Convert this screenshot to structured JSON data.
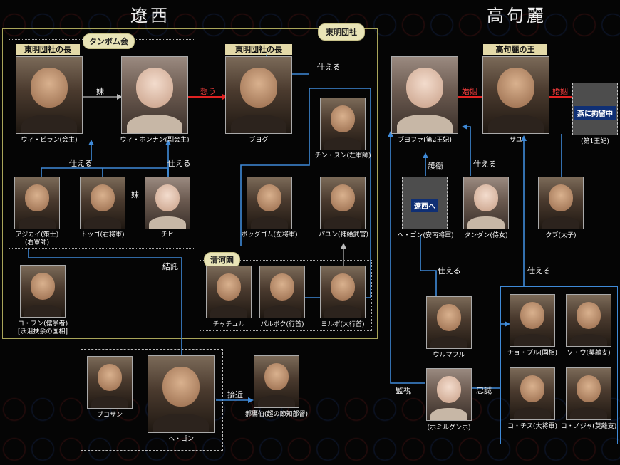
{
  "regions": {
    "left": "遼西",
    "right": "高句麗"
  },
  "groups": {
    "tanbomkai": "タンボム会",
    "tomyo_top": "東明団社",
    "seigaen": "清河園"
  },
  "headers": {
    "tomyo_chief_1": "東明団社の長",
    "tomyo_chief_2": "東明団社の長",
    "goguryeo_king": "高句麗の王"
  },
  "relations": {
    "sister1": "妹",
    "sister2": "妹",
    "omou": "想う",
    "tsukaeru_1": "仕える",
    "tsukaeru_2": "仕える",
    "tsukaeru_3": "仕える",
    "tsukaeru_4": "仕える",
    "tsukaeru_5": "仕える",
    "tsukaeru_6": "仕える",
    "ketsutaku": "結託",
    "sekkin": "接近",
    "kanshi": "監視",
    "chusei": "忠誠",
    "goei": "護衛",
    "kon_in_1": "婚姻",
    "kon_in_2": "婚姻"
  },
  "detained": {
    "label": "燕に拘留中",
    "caption": "(第1王妃)"
  },
  "to_ryosei": {
    "label": "遼西へ"
  },
  "people": {
    "wibiran": "ウィ・ビラン(会主)",
    "wihonnan": "ウィ・ホンナン(副会主)",
    "buyogu": "ブヨグ",
    "chinsun": "チン・スン(左軍師)",
    "ajikai": "アジカイ(策士)",
    "ajikai2": "(右軍師)",
    "toggo": "トッゴ(右将軍)",
    "chihi": "チヒ",
    "boggomu": "ボッグゴム(左将軍)",
    "payun": "パユン(補給武官)",
    "kofun": "コ・フン(儒学者)",
    "kofun2": "[沃沮扶余の国相]",
    "chachuru": "チャチュル",
    "parubogu": "パルボク(行首)",
    "yorubo": "ヨルボ(大行首)",
    "buyosan": "ブヨサン",
    "hegon": "ヘ・ゴン",
    "kakuyoha": "郝鷹伯(超の節知部督)",
    "buyofa": "ブヨファ(第2王妃)",
    "sayu": "サユ",
    "hegon_anan": "ヘ・ゴン(安南将軍)",
    "tandan": "タンダン(侍女)",
    "kubu": "クブ(太子)",
    "urumafuru": "ウルマフル",
    "homiru": "(ホミルグンホ)",
    "chopuru": "チョ・プル(国相)",
    "sou": "ソ・ウ(莫離支)",
    "kochisu": "コ・チス(大将軍)",
    "konoja": "コ・ノジャ(莫離支)"
  },
  "colors": {
    "line_blue": "#3f8ad8",
    "line_red": "#e02222",
    "frame_olive": "#a9a55a",
    "label_bg": "#e3d9a8"
  }
}
